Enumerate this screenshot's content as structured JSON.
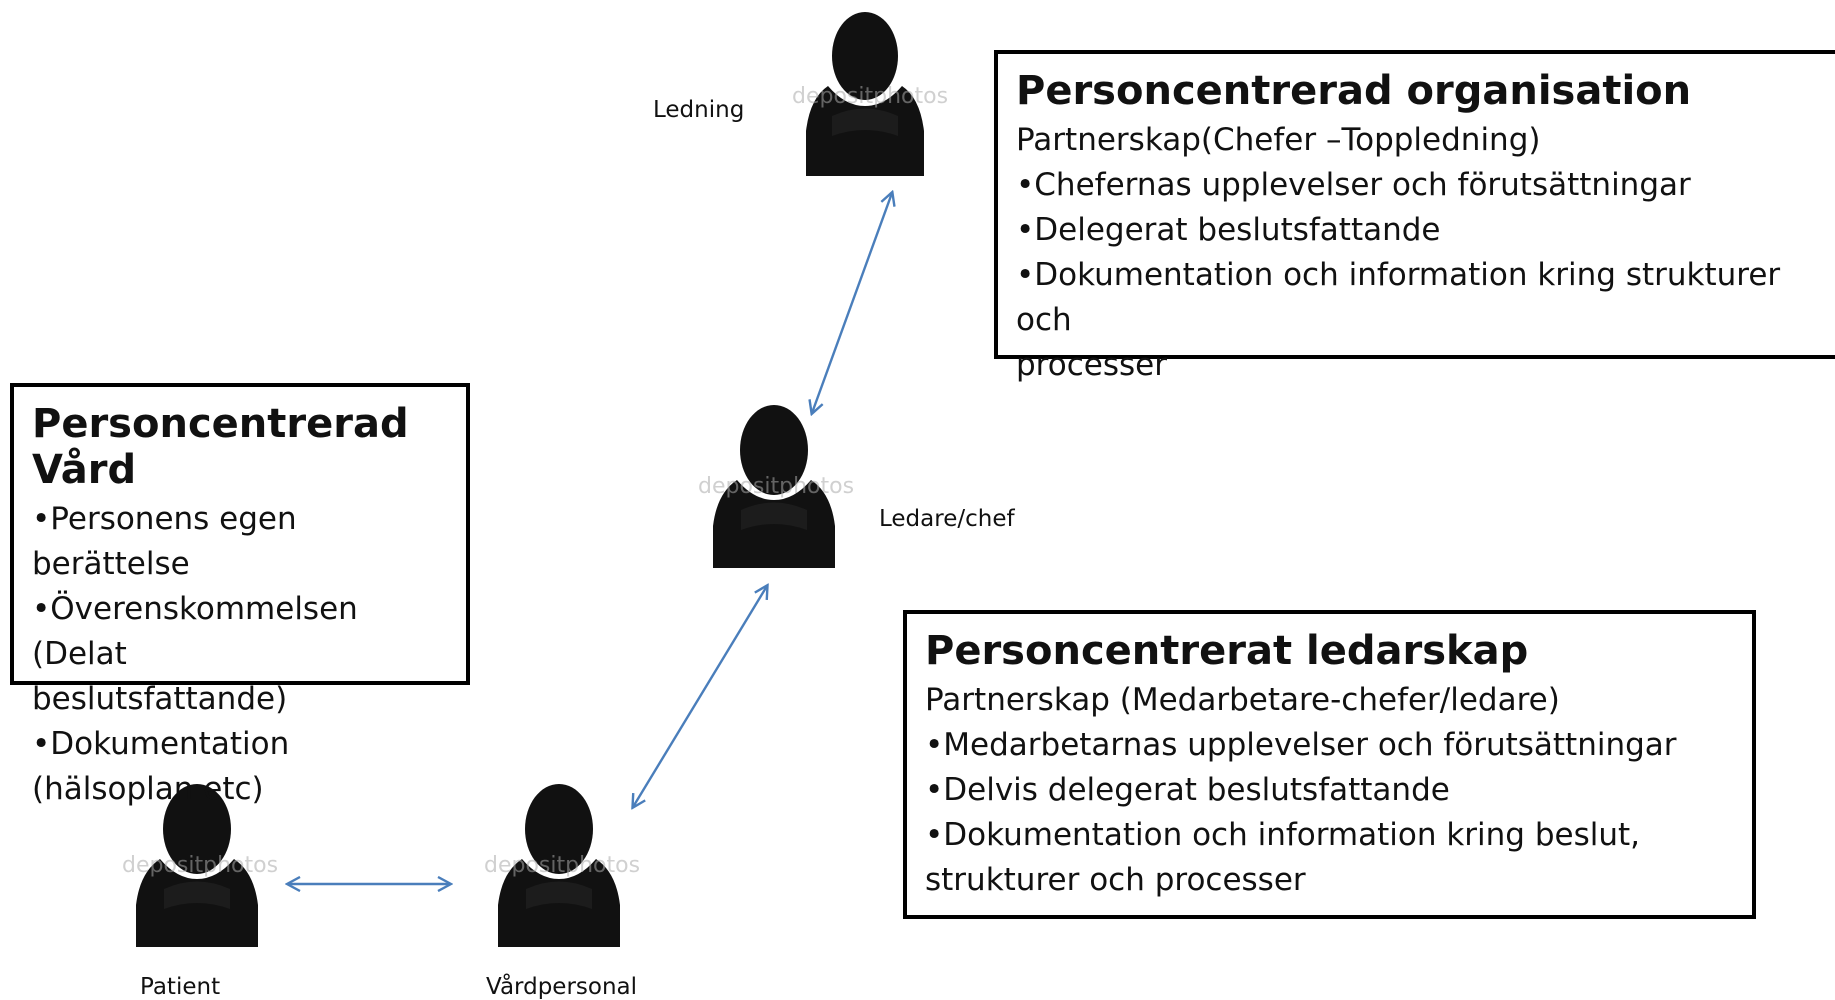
{
  "persons": {
    "ledning": {
      "label": "Ledning",
      "icon": "person-silhouette-icon"
    },
    "ledare": {
      "label": "Ledare/chef",
      "icon": "person-silhouette-icon"
    },
    "patient": {
      "label": "Patient",
      "icon": "person-silhouette-icon"
    },
    "vardpersonal": {
      "label": "Vårdpersonal",
      "icon": "person-silhouette-icon"
    }
  },
  "boxes": {
    "organisation": {
      "title": "Personcentrerad organisation",
      "lines": [
        "Partnerskap(Chefer –Toppledning)",
        "•Chefernas upplevelser och förutsättningar",
        "•Delegerat beslutsfattande",
        "•Dokumentation och information kring strukturer och",
        "processer"
      ]
    },
    "vard": {
      "title": "Personcentrerad Vård",
      "lines": [
        "•Personens egen berättelse",
        "•Överenskommelsen (Delat",
        "beslutsfattande)",
        "•Dokumentation",
        "(hälsoplan etc)"
      ]
    },
    "ledarskap": {
      "title": "Personcentrerat ledarskap",
      "lines": [
        "Partnerskap (Medarbetare-chefer/ledare)",
        "•Medarbetarnas upplevelser och förutsättningar",
        "•Delvis delegerat beslutsfattande",
        "•Dokumentation och information kring beslut,",
        "strukturer och processer"
      ]
    }
  },
  "watermark_text": "depositphotos",
  "colors": {
    "arrow": "#4a7ebb",
    "silhouette": "#111111",
    "border": "#000000"
  }
}
